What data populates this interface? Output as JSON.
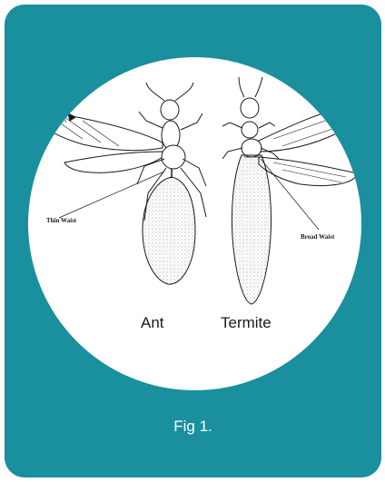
{
  "figure": {
    "caption": "Fig 1.",
    "labels": {
      "ant": "Ant",
      "termite": "Termite",
      "ant_waist": "Thin Waist",
      "termite_waist": "Broad Waist"
    }
  },
  "colors": {
    "card_background": "#1a8f9e",
    "circle_background": "#ffffff",
    "caption_text": "#ffffff",
    "line_art": "#1a1a1a"
  }
}
